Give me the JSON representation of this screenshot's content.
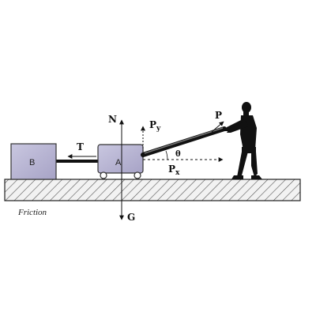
{
  "diagram": {
    "labels": {
      "box_b": "B",
      "box_a": "A",
      "tension": "T",
      "normal": "N",
      "py_main": "P",
      "py_sub": "y",
      "pull": "P",
      "angle": "θ",
      "px_main": "P",
      "px_sub": "x",
      "gravity": "G",
      "friction": "Friction"
    },
    "colors": {
      "block_fill": "#b9b6d4",
      "ground_fill": "#dcdcdc",
      "stroke": "#111111",
      "silhouette": "#111111"
    }
  }
}
